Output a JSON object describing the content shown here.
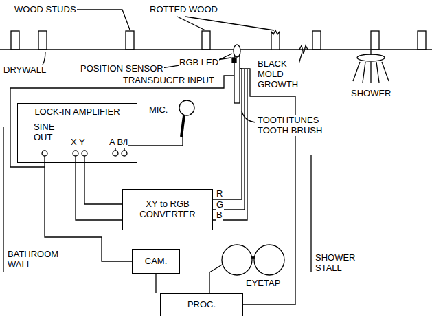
{
  "diagram": {
    "nodes": [
      {
        "text": [
          "LOCK-IN AMPLIFIER"
        ]
      },
      {
        "text": [
          "XY to RGB CONVERTER"
        ]
      },
      {
        "text": [
          "CAM."
        ]
      },
      {
        "text": [
          "PROC."
        ]
      }
    ],
    "edges": [
      {
        "from": 0,
        "to": 1,
        "arrow": "none"
      },
      {
        "from": 0,
        "to": 1,
        "arrow": "none"
      },
      {
        "from": 0,
        "to": 2,
        "arrow": "none"
      },
      {
        "from": 2,
        "to": 3,
        "arrow": "none"
      }
    ],
    "labels": [
      "WOOD STUDS",
      "ROTTED WOOD",
      "DRYWALL",
      "POSITION SENSOR",
      "RGB LED",
      "BLACK MOLD GROWTH",
      "TRANSDUCER INPUT",
      "SHOWER",
      "TOOTHTUNES TOOTH BRUSH",
      "MIC.",
      "SINE OUT",
      "X Y",
      "A B/I",
      "R",
      "G",
      "B",
      "EYETAP",
      "BATHROOM WALL",
      "SHOWER STALL"
    ]
  }
}
